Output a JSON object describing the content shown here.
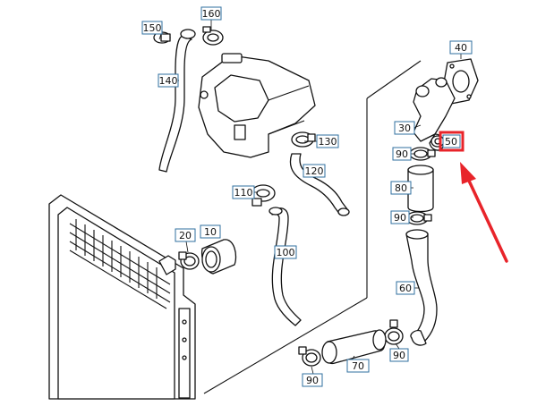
{
  "callouts": {
    "c150": "150",
    "c160": "160",
    "c140": "140",
    "c40": "40",
    "c30": "30",
    "c50": "50",
    "c130": "130",
    "c90a": "90",
    "c120": "120",
    "c80": "80",
    "c110": "110",
    "c90b": "90",
    "c20": "20",
    "c10": "10",
    "c100": "100",
    "c60": "60",
    "c70": "70",
    "c90c": "90",
    "c90d": "90"
  },
  "colors": {
    "callout_border": "#2f6f9f",
    "highlight": "#e8242a",
    "line": "#111111"
  },
  "highlighted_part": "50"
}
